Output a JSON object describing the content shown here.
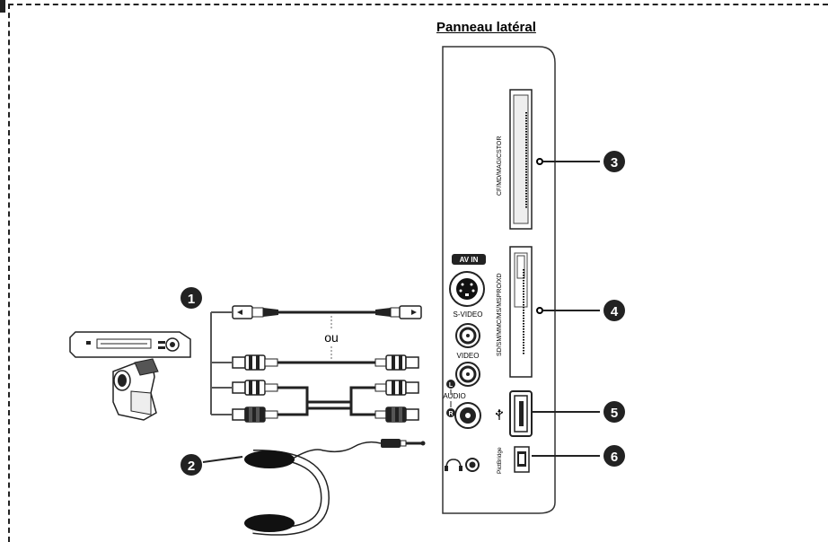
{
  "title": "Panneau latéral",
  "labels": {
    "av_in": "AV IN",
    "s_video": "S-VIDEO",
    "video": "VIDEO",
    "audio": "AUDIO",
    "l": "L",
    "r": "R",
    "ou": "ou",
    "card_slot_1": "CF/MD/MAGICSTOR",
    "card_slot_2": "SD/SM/MMC/MS/MSPRO/XD",
    "pictbridge": "PictBridge"
  },
  "callouts": [
    "1",
    "2",
    "3",
    "4",
    "5",
    "6"
  ],
  "icons": [
    "usb-icon",
    "headphone-icon",
    "vcr-icon",
    "camcorder-icon",
    "headphones-icon"
  ]
}
